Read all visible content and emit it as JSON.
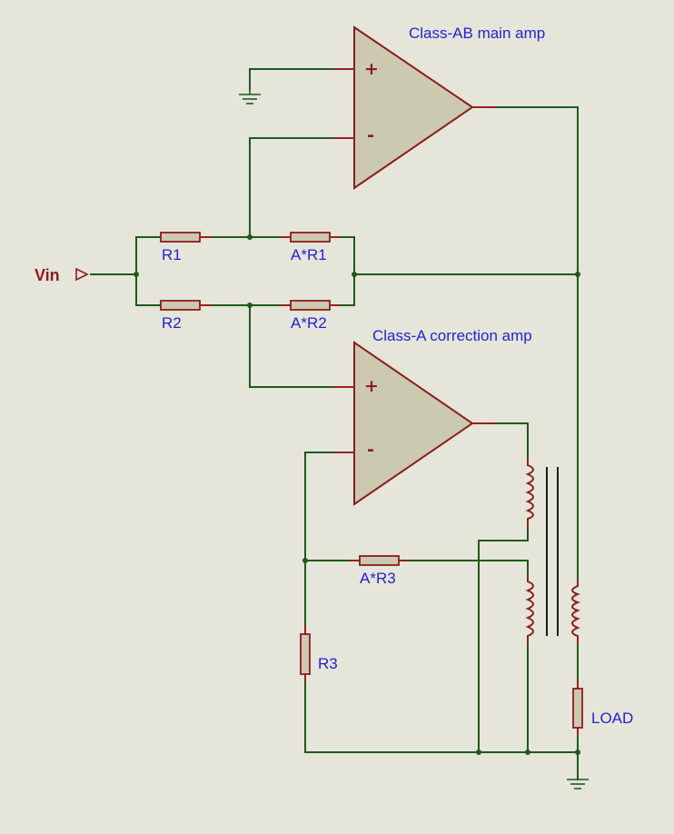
{
  "diagram": {
    "labels": {
      "main_amp": "Class-AB main amp",
      "correction_amp": "Class-A correction amp",
      "vin": "Vin",
      "r1": "R1",
      "ar1": "A*R1",
      "r2": "R2",
      "ar2": "A*R2",
      "ar3": "A*R3",
      "r3": "R3",
      "load": "LOAD"
    },
    "signs": {
      "plus": "+",
      "minus": "-"
    }
  }
}
